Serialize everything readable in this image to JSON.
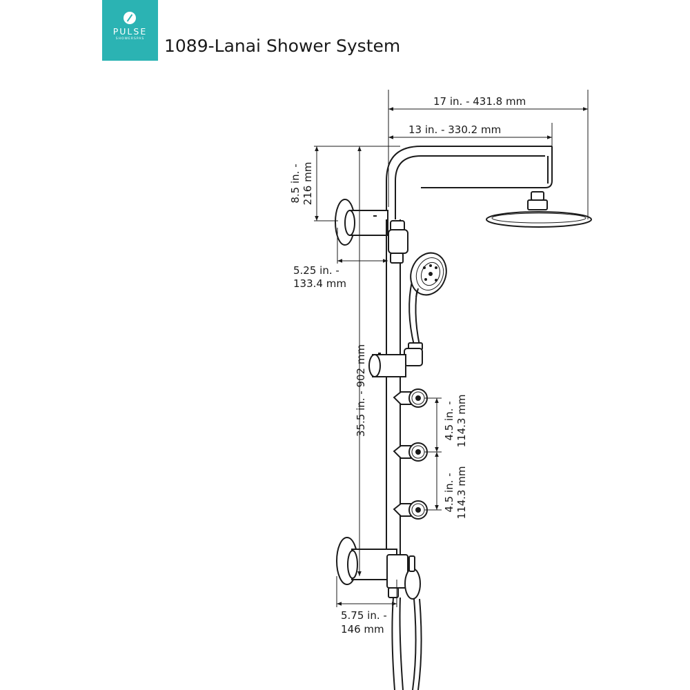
{
  "logo": {
    "brand": "PULSE",
    "subtitle": "SHOWERSPAS"
  },
  "title": "1089-Lanai Shower System",
  "dimensions": {
    "overall_reach": "17 in. - 431.8 mm",
    "arm_reach": "13 in. - 330.2 mm",
    "arm_height": {
      "line1": "8.5 in. -",
      "line2": "216 mm"
    },
    "top_bracket_depth": {
      "line1": "5.25 in. -",
      "line2": "133.4 mm"
    },
    "rail_length": "35.5 in. - 902 mm",
    "jet_spacing_upper": {
      "line1": "4.5 in. -",
      "line2": "114.3 mm"
    },
    "jet_spacing_lower": {
      "line1": "4.5 in. -",
      "line2": "114.3 mm"
    },
    "bottom_bracket_depth": {
      "line1": "5.75 in. -",
      "line2": "146 mm"
    }
  }
}
